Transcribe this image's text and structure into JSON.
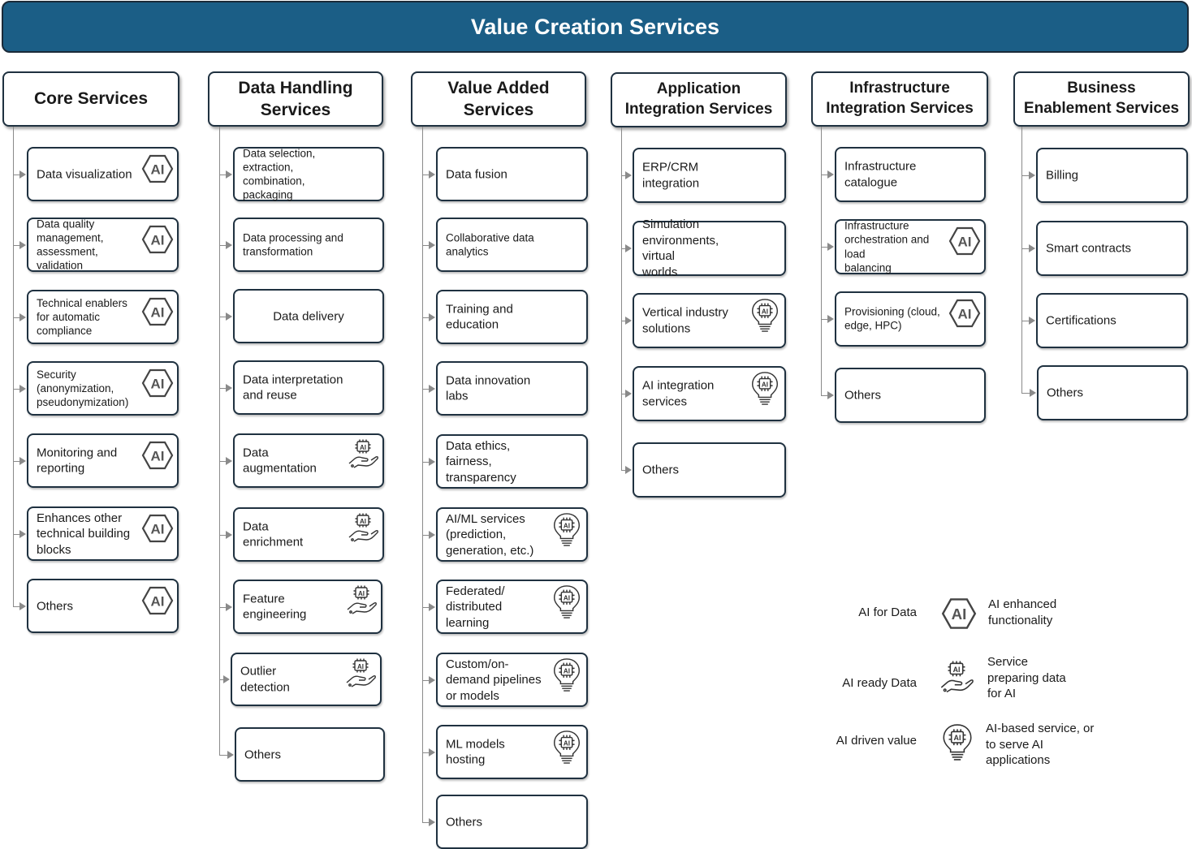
{
  "title": "Value Creation Services",
  "columns": [
    {
      "header": "Core Services",
      "items": [
        {
          "label": "Data visualization",
          "icon": "ai-hex-icon"
        },
        {
          "label": "Data quality\nmanagement,\nassessment, validation",
          "icon": "ai-hex-icon"
        },
        {
          "label": "Technical enablers\nfor automatic\ncompliance",
          "icon": "ai-hex-icon"
        },
        {
          "label": "Security\n(anonymization,\npseudonymization)",
          "icon": "ai-hex-icon"
        },
        {
          "label": "Monitoring and\nreporting",
          "icon": "ai-hex-icon"
        },
        {
          "label": "Enhances other\ntechnical building\nblocks",
          "icon": "ai-hex-icon"
        },
        {
          "label": "Others",
          "icon": "ai-hex-icon"
        }
      ]
    },
    {
      "header": "Data Handling\nServices",
      "items": [
        {
          "label": "Data selection,\nextraction, combination,\npackaging",
          "icon": ""
        },
        {
          "label": "Data processing and\ntransformation",
          "icon": ""
        },
        {
          "label": "Data delivery",
          "icon": ""
        },
        {
          "label": "Data interpretation\nand reuse",
          "icon": ""
        },
        {
          "label": "Data\naugmentation",
          "icon": "ai-chip-hand-icon"
        },
        {
          "label": "Data\nenrichment",
          "icon": "ai-chip-hand-icon"
        },
        {
          "label": "Feature\nengineering",
          "icon": "ai-chip-hand-icon"
        },
        {
          "label": "Outlier\ndetection",
          "icon": "ai-chip-hand-icon"
        },
        {
          "label": "Others",
          "icon": ""
        }
      ]
    },
    {
      "header": "Value Added\nServices",
      "items": [
        {
          "label": "Data fusion",
          "icon": ""
        },
        {
          "label": "Collaborative data\nanalytics",
          "icon": ""
        },
        {
          "label": "Training and\neducation",
          "icon": ""
        },
        {
          "label": "Data innovation labs",
          "icon": ""
        },
        {
          "label": "Data ethics,\nfairness,\ntransparency",
          "icon": ""
        },
        {
          "label": "AI/ML services\n(prediction,\ngeneration, etc.)",
          "icon": "ai-lightbulb-icon"
        },
        {
          "label": "Federated/\ndistributed\nlearning",
          "icon": "ai-lightbulb-icon"
        },
        {
          "label": "Custom/on-\ndemand pipelines\nor models",
          "icon": "ai-lightbulb-icon"
        },
        {
          "label": "ML models\nhosting",
          "icon": "ai-lightbulb-icon"
        },
        {
          "label": "Others",
          "icon": ""
        }
      ]
    },
    {
      "header": "Application\nIntegration Services",
      "items": [
        {
          "label": "ERP/CRM integration",
          "icon": ""
        },
        {
          "label": "Simulation\nenvironments, virtual\nworlds",
          "icon": ""
        },
        {
          "label": "Vertical industry\nsolutions",
          "icon": "ai-lightbulb-icon"
        },
        {
          "label": "AI integration\nservices",
          "icon": "ai-lightbulb-icon"
        },
        {
          "label": "Others",
          "icon": ""
        }
      ]
    },
    {
      "header": "Infrastructure\nIntegration Services",
      "items": [
        {
          "label": "Infrastructure\ncatalogue",
          "icon": ""
        },
        {
          "label": "Infrastructure\norchestration and load\nbalancing",
          "icon": "ai-hex-icon"
        },
        {
          "label": "Provisioning (cloud,\nedge, HPC)",
          "icon": "ai-hex-icon"
        },
        {
          "label": "Others",
          "icon": ""
        }
      ]
    },
    {
      "header": "Business\nEnablement Services",
      "items": [
        {
          "label": "Billing",
          "icon": ""
        },
        {
          "label": "Smart contracts",
          "icon": ""
        },
        {
          "label": "Certifications",
          "icon": ""
        },
        {
          "label": "Others",
          "icon": ""
        }
      ]
    }
  ],
  "legend": [
    {
      "name": "AI for Data",
      "icon": "ai-hex-icon",
      "description": "AI enhanced\nfunctionality"
    },
    {
      "name": "AI ready Data",
      "icon": "ai-chip-hand-icon",
      "description": "Service\npreparing data\nfor AI"
    },
    {
      "name": "AI driven value",
      "icon": "ai-lightbulb-icon",
      "description": "AI-based service, or\nto serve AI\napplications"
    }
  ],
  "colors": {
    "banner": "#1b5e86",
    "border": "#1f3140",
    "connector": "#8a8a8a"
  }
}
